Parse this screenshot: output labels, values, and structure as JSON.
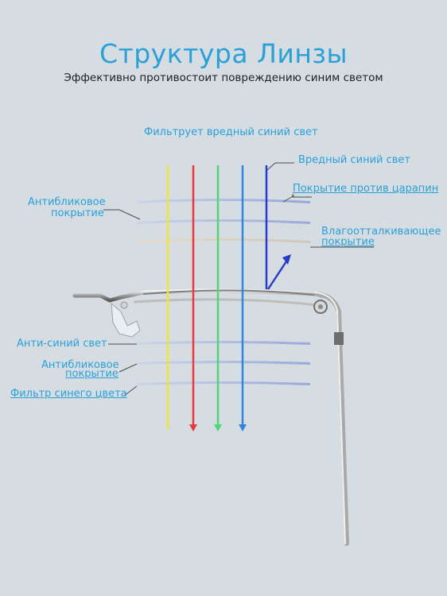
{
  "header": {
    "title": "Структура Линзы",
    "subtitle": "Эффективно противостоит повреждению синим светом"
  },
  "labels": {
    "filter_caption": "Фильтрует вредный синий свет",
    "harmful_blue": "Вредный синий свет",
    "scratch_coating": "Покрытие против царапин",
    "water_repellent_line1": "Влагоотталкивающее",
    "water_repellent_line2": "покрытие",
    "antiglare_top_line1": "Антибликовое",
    "antiglare_top_line2": "покрытие",
    "anti_blue": "Анти-синий свет",
    "antiglare_bottom_line1": "Антибликовое",
    "antiglare_bottom_line2": "покрытие",
    "blue_filter": "Фильтр синего цвета"
  },
  "colors": {
    "accent": "#2a9fd8",
    "ray_yellow": "#f2e530",
    "ray_red": "#e83a3a",
    "ray_green": "#4fd67a",
    "ray_blue": "#2f86e0",
    "harmful_ray": "#2a3ac8"
  }
}
